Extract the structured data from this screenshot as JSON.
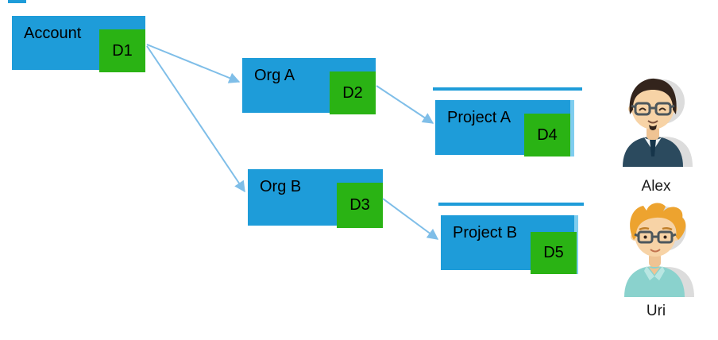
{
  "diagram": {
    "nodes": {
      "account": {
        "label": "Account",
        "badge": "D1"
      },
      "org_a": {
        "label": "Org A",
        "badge": "D2"
      },
      "org_b": {
        "label": "Org B",
        "badge": "D3"
      },
      "project_a": {
        "label": "Project A",
        "badge": "D4"
      },
      "project_b": {
        "label": "Project B",
        "badge": "D5"
      }
    },
    "edges": [
      {
        "from": "account",
        "to": "org_a"
      },
      {
        "from": "account",
        "to": "org_b"
      },
      {
        "from": "org_a",
        "to": "project_a"
      },
      {
        "from": "org_b",
        "to": "project_b"
      }
    ],
    "colors": {
      "node_fill": "#1e9cd9",
      "badge_fill": "#2ab314",
      "arrow": "#7fbee8",
      "text": "#000000",
      "avatar_shadow": "#dcdcdc"
    }
  },
  "users": [
    {
      "name": "Alex"
    },
    {
      "name": "Uri"
    }
  ]
}
